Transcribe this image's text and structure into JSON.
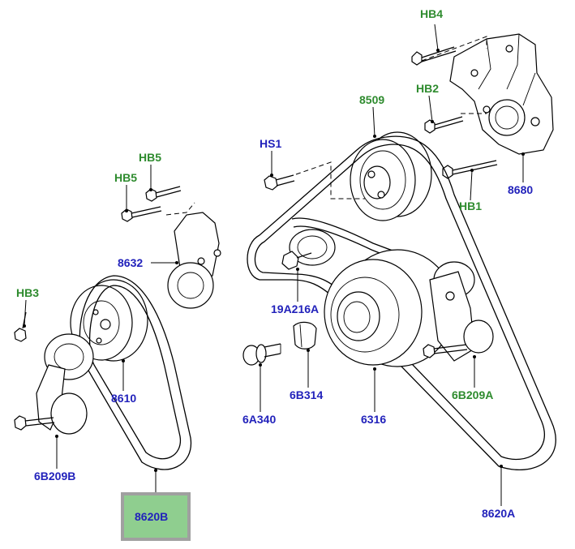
{
  "callouts": {
    "hb4": "HB4",
    "hb2": "HB2",
    "n8509": "8509",
    "hs1": "HS1",
    "n8680": "8680",
    "hb1": "HB1",
    "hb5_top": "HB5",
    "hb5_low": "HB5",
    "n8632": "8632",
    "hb3": "HB3",
    "n19a216a": "19A216A",
    "n8610": "8610",
    "n6b314": "6B314",
    "n6a340": "6A340",
    "n6316": "6316",
    "n6b209a": "6B209A",
    "n6b209b": "6B209B",
    "n8620b": "8620B",
    "n8620a": "8620A"
  },
  "colors": {
    "fastener_label": "#2e8b2e",
    "part_label": "#2222bb",
    "highlight_fill": "#8fce8f",
    "highlight_border": "#a0a0a0"
  }
}
